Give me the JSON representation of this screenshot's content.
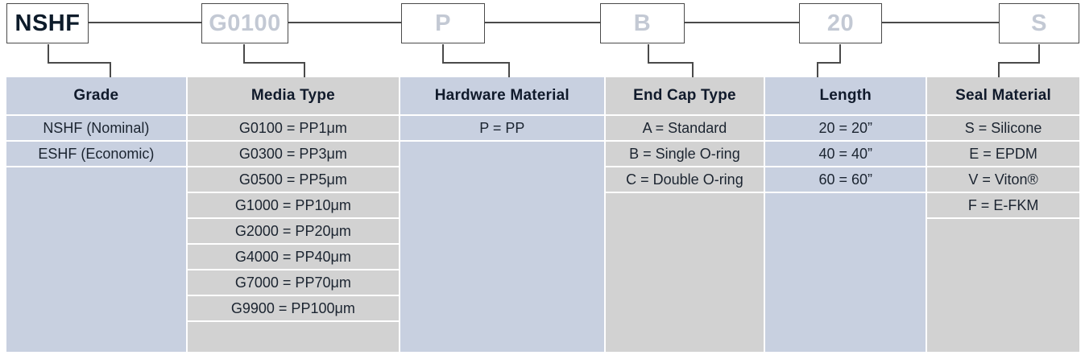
{
  "part_number": {
    "segments": [
      {
        "code": "NSHF",
        "style": "primary"
      },
      {
        "code": "G0100",
        "style": "ghost"
      },
      {
        "code": "P",
        "style": "ghost"
      },
      {
        "code": "B",
        "style": "ghost"
      },
      {
        "code": "20",
        "style": "ghost"
      },
      {
        "code": "S",
        "style": "ghost"
      }
    ]
  },
  "colors": {
    "tone_a": "#c8d0e0",
    "tone_b": "#d2d2d2",
    "active_code": "#0d1b2a",
    "ghost_code": "#c3c9d4",
    "wire": "#4a4a4a"
  },
  "matrix": {
    "columns": [
      {
        "header": "Grade",
        "tone": "tone-a",
        "options": [
          "NSHF (Nominal)",
          "ESHF (Economic)"
        ]
      },
      {
        "header": "Media Type",
        "tone": "tone-b",
        "options": [
          "G0100 = PP1μm",
          "G0300 = PP3μm",
          "G0500 = PP5μm",
          "G1000 = PP10μm",
          "G2000 = PP20μm",
          "G4000 = PP40μm",
          "G7000 = PP70μm",
          "G9900 = PP100μm"
        ]
      },
      {
        "header": "Hardware Material",
        "tone": "tone-a",
        "options": [
          "P = PP"
        ]
      },
      {
        "header": "End Cap Type",
        "tone": "tone-b",
        "options": [
          "A = Standard",
          "B = Single O-ring",
          "C = Double O-ring"
        ]
      },
      {
        "header": "Length",
        "tone": "tone-a",
        "options": [
          "20 = 20”",
          "40 = 40”",
          "60 = 60”"
        ]
      },
      {
        "header": "Seal Material",
        "tone": "tone-b",
        "options": [
          "S = Silicone",
          "E = EPDM",
          "V = Viton®",
          "F = E-FKM"
        ]
      }
    ]
  }
}
